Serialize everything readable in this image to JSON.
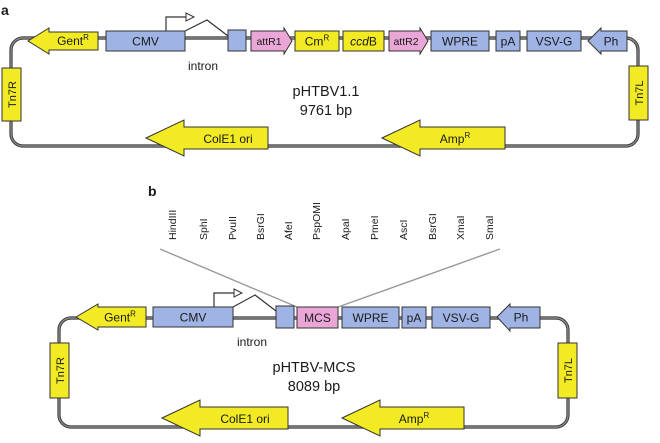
{
  "panel_a": {
    "letter": "a",
    "name": "pHTBV1.1",
    "size": "9761 bp",
    "features": {
      "gent": {
        "text": "Gent",
        "sup": "R"
      },
      "cmv": "CMV",
      "intron": "intron",
      "attr1": "attR1",
      "cm": {
        "text": "Cm",
        "sup": "R"
      },
      "ccdb": {
        "italic": "ccd",
        "text": "B"
      },
      "attr2": "attR2",
      "wpre": "WPRE",
      "pa": "pA",
      "vsvg": "VSV-G",
      "ph": "Ph",
      "tn7r": "Tn7R",
      "tn7l": "Tn7L",
      "cole1": "ColE1 ori",
      "amp": {
        "text": "Amp",
        "sup": "R"
      }
    }
  },
  "panel_b": {
    "letter": "b",
    "name": "pHTBV-MCS",
    "size": "8089 bp",
    "restriction_sites": [
      "HindIII",
      "SphI",
      "PvuII",
      "BsrGI",
      "AfeI",
      "PspOMI",
      "ApaI",
      "PmeI",
      "AscI",
      "BsrGI",
      "XmaI",
      "SmaI"
    ],
    "features": {
      "gent": {
        "text": "Gent",
        "sup": "R"
      },
      "cmv": "CMV",
      "intron": "intron",
      "mcs": "MCS",
      "wpre": "WPRE",
      "pa": "pA",
      "vsvg": "VSV-G",
      "ph": "Ph",
      "tn7r": "Tn7R",
      "tn7l": "Tn7L",
      "cole1": "ColE1 ori",
      "amp": {
        "text": "Amp",
        "sup": "R"
      }
    }
  },
  "colors": {
    "yellow": "#f2ea23",
    "blue": "#9fb3e4",
    "pink": "#eaa6d6",
    "backbone": "#7a7a7a",
    "stroke": "#333333"
  }
}
